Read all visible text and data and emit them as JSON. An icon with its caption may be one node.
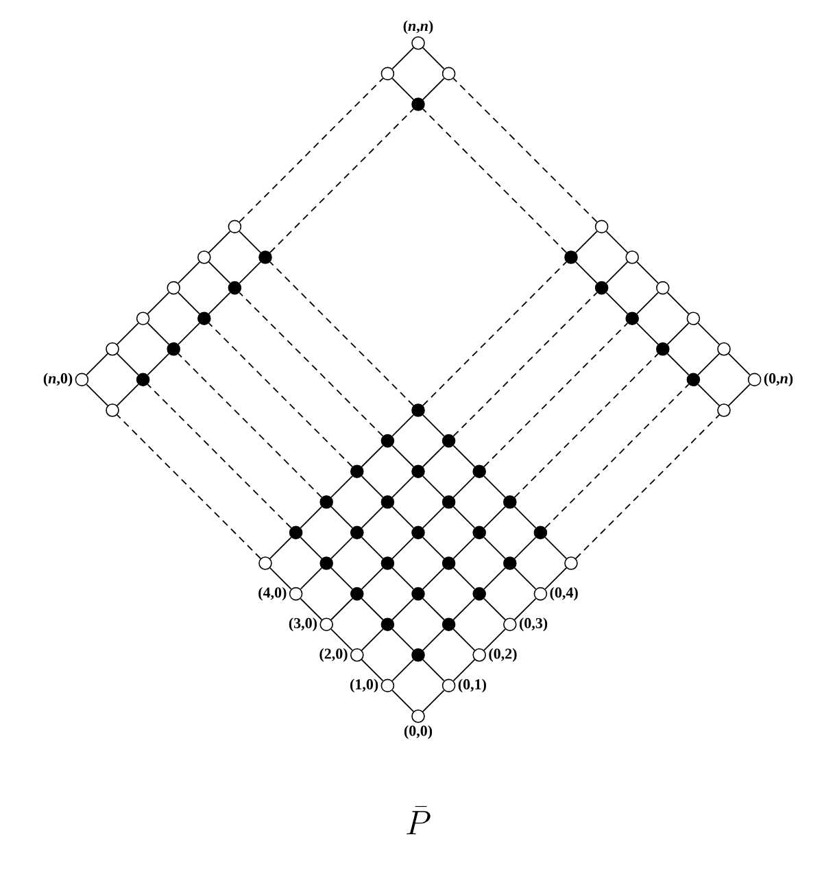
{
  "diagram": {
    "caption": "\\bar{P}",
    "nodes": [
      {
        "text": [
          "(0,0)"
        ]
      },
      {
        "text": [
          "(0,1)"
        ]
      },
      {
        "text": [
          "(0,2)"
        ]
      },
      {
        "text": [
          "(0,3)"
        ]
      },
      {
        "text": [
          "(0,4)"
        ]
      },
      {
        "text": [],
        "shape": "circle"
      },
      {
        "text": [],
        "shape": "circle"
      },
      {
        "text": [
          "(0,*n*)"
        ]
      },
      {
        "text": [
          "(1,0)"
        ]
      },
      {
        "text": [],
        "shape": "dot"
      },
      {
        "text": [],
        "shape": "dot"
      },
      {
        "text": [],
        "shape": "dot"
      },
      {
        "text": [],
        "shape": "dot"
      },
      {
        "text": [],
        "shape": "dot"
      },
      {
        "text": [],
        "shape": "dot"
      },
      {
        "text": [],
        "shape": "circle"
      },
      {
        "text": [
          "(2,0)"
        ]
      },
      {
        "text": [],
        "shape": "dot"
      },
      {
        "text": [],
        "shape": "dot"
      },
      {
        "text": [],
        "shape": "dot"
      },
      {
        "text": [],
        "shape": "dot"
      },
      {
        "text": [],
        "shape": "dot"
      },
      {
        "text": [],
        "shape": "dot"
      },
      {
        "text": [],
        "shape": "circle"
      },
      {
        "text": [
          "(3,0)"
        ]
      },
      {
        "text": [],
        "shape": "dot"
      },
      {
        "text": [],
        "shape": "dot"
      },
      {
        "text": [],
        "shape": "dot"
      },
      {
        "text": [],
        "shape": "dot"
      },
      {
        "text": [],
        "shape": "dot"
      },
      {
        "text": [],
        "shape": "dot"
      },
      {
        "text": [],
        "shape": "circle"
      },
      {
        "text": [
          "(4,0)"
        ]
      },
      {
        "text": [],
        "shape": "dot"
      },
      {
        "text": [],
        "shape": "dot"
      },
      {
        "text": [],
        "shape": "dot"
      },
      {
        "text": [],
        "shape": "dot"
      },
      {
        "text": [],
        "shape": "dot"
      },
      {
        "text": [],
        "shape": "dot"
      },
      {
        "text": [],
        "shape": "circle"
      },
      {
        "text": [],
        "shape": "circle"
      },
      {
        "text": [],
        "shape": "dot"
      },
      {
        "text": [],
        "shape": "dot"
      },
      {
        "text": [],
        "shape": "dot"
      },
      {
        "text": [],
        "shape": "dot"
      },
      {
        "text": [],
        "shape": "dot"
      },
      {
        "text": [],
        "shape": "dot"
      },
      {
        "text": [],
        "shape": "circle"
      },
      {
        "text": [],
        "shape": "circle"
      },
      {
        "text": [],
        "shape": "dot"
      },
      {
        "text": [],
        "shape": "dot"
      },
      {
        "text": [],
        "shape": "dot"
      },
      {
        "text": [],
        "shape": "dot"
      },
      {
        "text": [],
        "shape": "dot"
      },
      {
        "text": [],
        "shape": "dot"
      },
      {
        "text": [],
        "shape": "circle"
      },
      {
        "text": [
          "(*n*,0)"
        ]
      },
      {
        "text": [],
        "shape": "circle"
      },
      {
        "text": [],
        "shape": "circle"
      },
      {
        "text": [],
        "shape": "circle"
      },
      {
        "text": [],
        "shape": "circle"
      },
      {
        "text": [],
        "shape": "circle"
      },
      {
        "text": [],
        "shape": "circle"
      },
      {
        "text": [
          "(*n*,*n*)"
        ]
      }
    ],
    "edges": [
      {
        "from": 0,
        "to": 1,
        "arrow": "none"
      },
      {
        "from": 1,
        "to": 2,
        "arrow": "none"
      },
      {
        "from": 2,
        "to": 3,
        "arrow": "none"
      },
      {
        "from": 3,
        "to": 4,
        "arrow": "none"
      },
      {
        "from": 4,
        "to": 5,
        "arrow": "none"
      },
      {
        "from": 5,
        "to": 6,
        "arrow": "none",
        "style": "dashed"
      },
      {
        "from": 6,
        "to": 7,
        "arrow": "none"
      },
      {
        "from": 8,
        "to": 9,
        "arrow": "none"
      },
      {
        "from": 9,
        "to": 10,
        "arrow": "none"
      },
      {
        "from": 10,
        "to": 11,
        "arrow": "none"
      },
      {
        "from": 11,
        "to": 12,
        "arrow": "none"
      },
      {
        "from": 12,
        "to": 13,
        "arrow": "none"
      },
      {
        "from": 13,
        "to": 14,
        "arrow": "none",
        "style": "dashed"
      },
      {
        "from": 14,
        "to": 15,
        "arrow": "none"
      },
      {
        "from": 16,
        "to": 17,
        "arrow": "none"
      },
      {
        "from": 17,
        "to": 18,
        "arrow": "none"
      },
      {
        "from": 18,
        "to": 19,
        "arrow": "none"
      },
      {
        "from": 19,
        "to": 20,
        "arrow": "none"
      },
      {
        "from": 20,
        "to": 21,
        "arrow": "none"
      },
      {
        "from": 21,
        "to": 22,
        "arrow": "none",
        "style": "dashed"
      },
      {
        "from": 22,
        "to": 23,
        "arrow": "none"
      },
      {
        "from": 24,
        "to": 25,
        "arrow": "none"
      },
      {
        "from": 25,
        "to": 26,
        "arrow": "none"
      },
      {
        "from": 26,
        "to": 27,
        "arrow": "none"
      },
      {
        "from": 27,
        "to": 28,
        "arrow": "none"
      },
      {
        "from": 28,
        "to": 29,
        "arrow": "none"
      },
      {
        "from": 29,
        "to": 30,
        "arrow": "none",
        "style": "dashed"
      },
      {
        "from": 30,
        "to": 31,
        "arrow": "none"
      },
      {
        "from": 32,
        "to": 33,
        "arrow": "none"
      },
      {
        "from": 33,
        "to": 34,
        "arrow": "none"
      },
      {
        "from": 34,
        "to": 35,
        "arrow": "none"
      },
      {
        "from": 35,
        "to": 36,
        "arrow": "none"
      },
      {
        "from": 36,
        "to": 37,
        "arrow": "none"
      },
      {
        "from": 37,
        "to": 38,
        "arrow": "none",
        "style": "dashed"
      },
      {
        "from": 38,
        "to": 39,
        "arrow": "none"
      },
      {
        "from": 40,
        "to": 41,
        "arrow": "none"
      },
      {
        "from": 41,
        "to": 42,
        "arrow": "none"
      },
      {
        "from": 42,
        "to": 43,
        "arrow": "none"
      },
      {
        "from": 43,
        "to": 44,
        "arrow": "none"
      },
      {
        "from": 44,
        "to": 45,
        "arrow": "none"
      },
      {
        "from": 45,
        "to": 46,
        "arrow": "none",
        "style": "dashed"
      },
      {
        "from": 46,
        "to": 47,
        "arrow": "none"
      },
      {
        "from": 48,
        "to": 49,
        "arrow": "none"
      },
      {
        "from": 49,
        "to": 50,
        "arrow": "none"
      },
      {
        "from": 50,
        "to": 51,
        "arrow": "none"
      },
      {
        "from": 51,
        "to": 52,
        "arrow": "none"
      },
      {
        "from": 52,
        "to": 53,
        "arrow": "none"
      },
      {
        "from": 53,
        "to": 54,
        "arrow": "none",
        "style": "dashed"
      },
      {
        "from": 54,
        "to": 55,
        "arrow": "none"
      },
      {
        "from": 56,
        "to": 57,
        "arrow": "none"
      },
      {
        "from": 57,
        "to": 58,
        "arrow": "none"
      },
      {
        "from": 58,
        "to": 59,
        "arrow": "none"
      },
      {
        "from": 59,
        "to": 60,
        "arrow": "none"
      },
      {
        "from": 60,
        "to": 61,
        "arrow": "none"
      },
      {
        "from": 61,
        "to": 62,
        "arrow": "none",
        "style": "dashed"
      },
      {
        "from": 62,
        "to": 63,
        "arrow": "none"
      },
      {
        "from": 0,
        "to": 8,
        "arrow": "none"
      },
      {
        "from": 8,
        "to": 16,
        "arrow": "none"
      },
      {
        "from": 16,
        "to": 24,
        "arrow": "none"
      },
      {
        "from": 24,
        "to": 32,
        "arrow": "none"
      },
      {
        "from": 32,
        "to": 40,
        "arrow": "none"
      },
      {
        "from": 40,
        "to": 48,
        "arrow": "none",
        "style": "dashed"
      },
      {
        "from": 48,
        "to": 56,
        "arrow": "none"
      },
      {
        "from": 1,
        "to": 9,
        "arrow": "none"
      },
      {
        "from": 9,
        "to": 17,
        "arrow": "none"
      },
      {
        "from": 17,
        "to": 25,
        "arrow": "none"
      },
      {
        "from": 25,
        "to": 33,
        "arrow": "none"
      },
      {
        "from": 33,
        "to": 41,
        "arrow": "none"
      },
      {
        "from": 41,
        "to": 49,
        "arrow": "none",
        "style": "dashed"
      },
      {
        "from": 49,
        "to": 57,
        "arrow": "none"
      },
      {
        "from": 2,
        "to": 10,
        "arrow": "none"
      },
      {
        "from": 10,
        "to": 18,
        "arrow": "none"
      },
      {
        "from": 18,
        "to": 26,
        "arrow": "none"
      },
      {
        "from": 26,
        "to": 34,
        "arrow": "none"
      },
      {
        "from": 34,
        "to": 42,
        "arrow": "none"
      },
      {
        "from": 42,
        "to": 50,
        "arrow": "none",
        "style": "dashed"
      },
      {
        "from": 50,
        "to": 58,
        "arrow": "none"
      },
      {
        "from": 3,
        "to": 11,
        "arrow": "none"
      },
      {
        "from": 11,
        "to": 19,
        "arrow": "none"
      },
      {
        "from": 19,
        "to": 27,
        "arrow": "none"
      },
      {
        "from": 27,
        "to": 35,
        "arrow": "none"
      },
      {
        "from": 35,
        "to": 43,
        "arrow": "none"
      },
      {
        "from": 43,
        "to": 51,
        "arrow": "none",
        "style": "dashed"
      },
      {
        "from": 51,
        "to": 59,
        "arrow": "none"
      },
      {
        "from": 4,
        "to": 12,
        "arrow": "none"
      },
      {
        "from": 12,
        "to": 20,
        "arrow": "none"
      },
      {
        "from": 20,
        "to": 28,
        "arrow": "none"
      },
      {
        "from": 28,
        "to": 36,
        "arrow": "none"
      },
      {
        "from": 36,
        "to": 44,
        "arrow": "none"
      },
      {
        "from": 44,
        "to": 52,
        "arrow": "none",
        "style": "dashed"
      },
      {
        "from": 52,
        "to": 60,
        "arrow": "none"
      },
      {
        "from": 5,
        "to": 13,
        "arrow": "none"
      },
      {
        "from": 13,
        "to": 21,
        "arrow": "none"
      },
      {
        "from": 21,
        "to": 29,
        "arrow": "none"
      },
      {
        "from": 29,
        "to": 37,
        "arrow": "none"
      },
      {
        "from": 37,
        "to": 45,
        "arrow": "none"
      },
      {
        "from": 45,
        "to": 53,
        "arrow": "none",
        "style": "dashed"
      },
      {
        "from": 53,
        "to": 61,
        "arrow": "none"
      },
      {
        "from": 6,
        "to": 14,
        "arrow": "none"
      },
      {
        "from": 14,
        "to": 22,
        "arrow": "none"
      },
      {
        "from": 22,
        "to": 30,
        "arrow": "none"
      },
      {
        "from": 30,
        "to": 38,
        "arrow": "none"
      },
      {
        "from": 38,
        "to": 46,
        "arrow": "none"
      },
      {
        "from": 46,
        "to": 54,
        "arrow": "none",
        "style": "dashed"
      },
      {
        "from": 54,
        "to": 62,
        "arrow": "none"
      },
      {
        "from": 7,
        "to": 15,
        "arrow": "none"
      },
      {
        "from": 15,
        "to": 23,
        "arrow": "none"
      },
      {
        "from": 23,
        "to": 31,
        "arrow": "none"
      },
      {
        "from": 31,
        "to": 39,
        "arrow": "none"
      },
      {
        "from": 39,
        "to": 47,
        "arrow": "none"
      },
      {
        "from": 47,
        "to": 55,
        "arrow": "none",
        "style": "dashed"
      },
      {
        "from": 55,
        "to": 63,
        "arrow": "none"
      }
    ]
  }
}
